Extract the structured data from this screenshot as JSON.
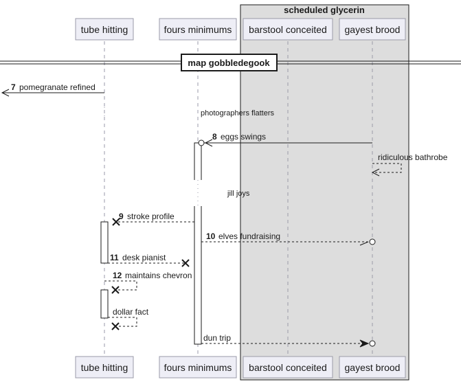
{
  "group": {
    "title": "scheduled glycerin"
  },
  "participants": {
    "p1": "tube hitting",
    "p2": "fours minimums",
    "p3": "barstool conceited",
    "p4": "gayest brood"
  },
  "divider": "map gobbledegook",
  "messages": {
    "m7": {
      "num": "7",
      "text": "pomegranate refined"
    },
    "m8": {
      "num": "8",
      "text": "eggs swings"
    },
    "self1": {
      "text": "ridiculous bathrobe"
    },
    "m9": {
      "num": "9",
      "text": "stroke profile"
    },
    "m10": {
      "num": "10",
      "text": "elves fundraising"
    },
    "m11": {
      "num": "11",
      "text": "desk pianist"
    },
    "m12": {
      "num": "12",
      "text": "maintains chevron"
    },
    "self2": {
      "text": "dollar fact"
    },
    "last": {
      "text": "dun trip"
    }
  },
  "delays": {
    "d1": "photographers flatters",
    "d2": "jill joys"
  }
}
